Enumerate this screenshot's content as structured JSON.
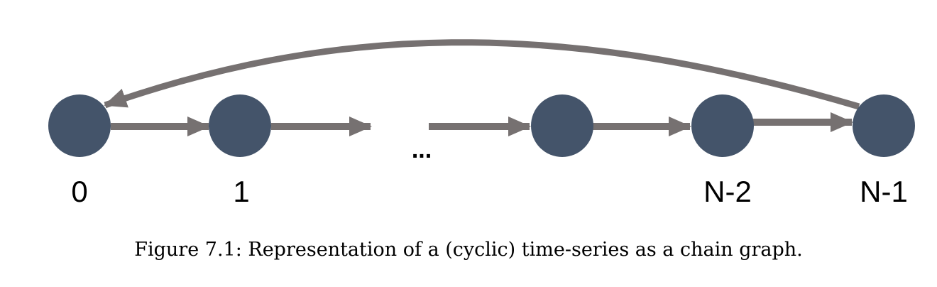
{
  "diagram": {
    "node_color": "#44546A",
    "edge_color": "#767171",
    "nodes": [
      {
        "id": "n0",
        "label": "0"
      },
      {
        "id": "n1",
        "label": "1"
      },
      {
        "id": "n_mid",
        "label": ""
      },
      {
        "id": "n_n2",
        "label": "N-2"
      },
      {
        "id": "n_n1",
        "label": "N-1"
      }
    ],
    "ellipsis": "...",
    "edges": [
      {
        "from": "0",
        "to": "1"
      },
      {
        "from": "1",
        "to": "..."
      },
      {
        "from": "...",
        "to": ""
      },
      {
        "from": "",
        "to": "N-2"
      },
      {
        "from": "N-2",
        "to": "N-1"
      },
      {
        "from": "N-1",
        "to": "0",
        "type": "cyclic"
      }
    ]
  },
  "caption": "Figure 7.1: Representation of a (cyclic) time-series as a chain graph."
}
